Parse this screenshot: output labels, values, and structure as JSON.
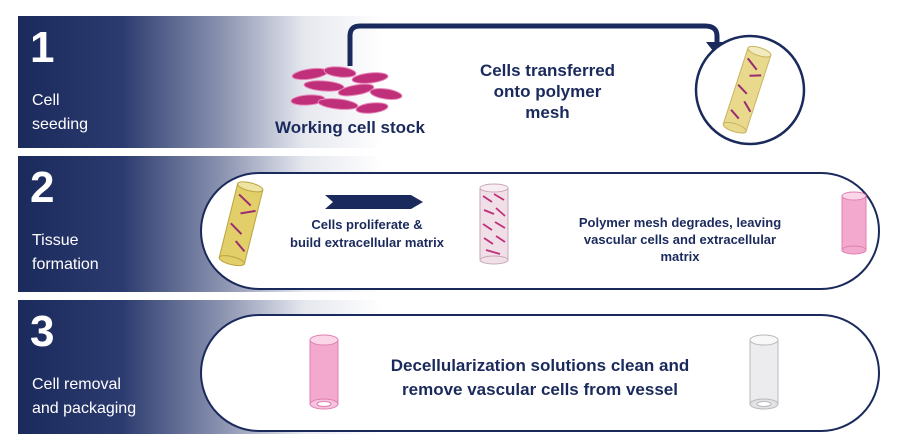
{
  "steps": [
    {
      "number": "1",
      "label_line1": "Cell",
      "label_line2": "seeding"
    },
    {
      "number": "2",
      "label_line1": "Tissue",
      "label_line2": "formation"
    },
    {
      "number": "3",
      "label_line1": "Cell removal",
      "label_line2": "and packaging"
    }
  ],
  "step1": {
    "stock_label": "Working cell stock",
    "transfer_line1": "Cells transferred",
    "transfer_line2": "onto polymer",
    "transfer_line3": "mesh"
  },
  "step2": {
    "proliferate_line1": "Cells proliferate &",
    "proliferate_line2": "build extracellular matrix",
    "degrade_line1": "Polymer mesh degrades, leaving",
    "degrade_line2": "vascular cells and extracellular",
    "degrade_line3": "matrix"
  },
  "step3": {
    "decell_line1": "Decellularization solutions clean and",
    "decell_line2": "remove vascular cells from vessel"
  },
  "colors": {
    "navy": "#1b2a5c",
    "cell_magenta": "#c0307a",
    "mesh_yellow": "#d9c24a",
    "vessel_pink": "#f0a8cc",
    "vessel_gray": "#e4e4e6"
  }
}
